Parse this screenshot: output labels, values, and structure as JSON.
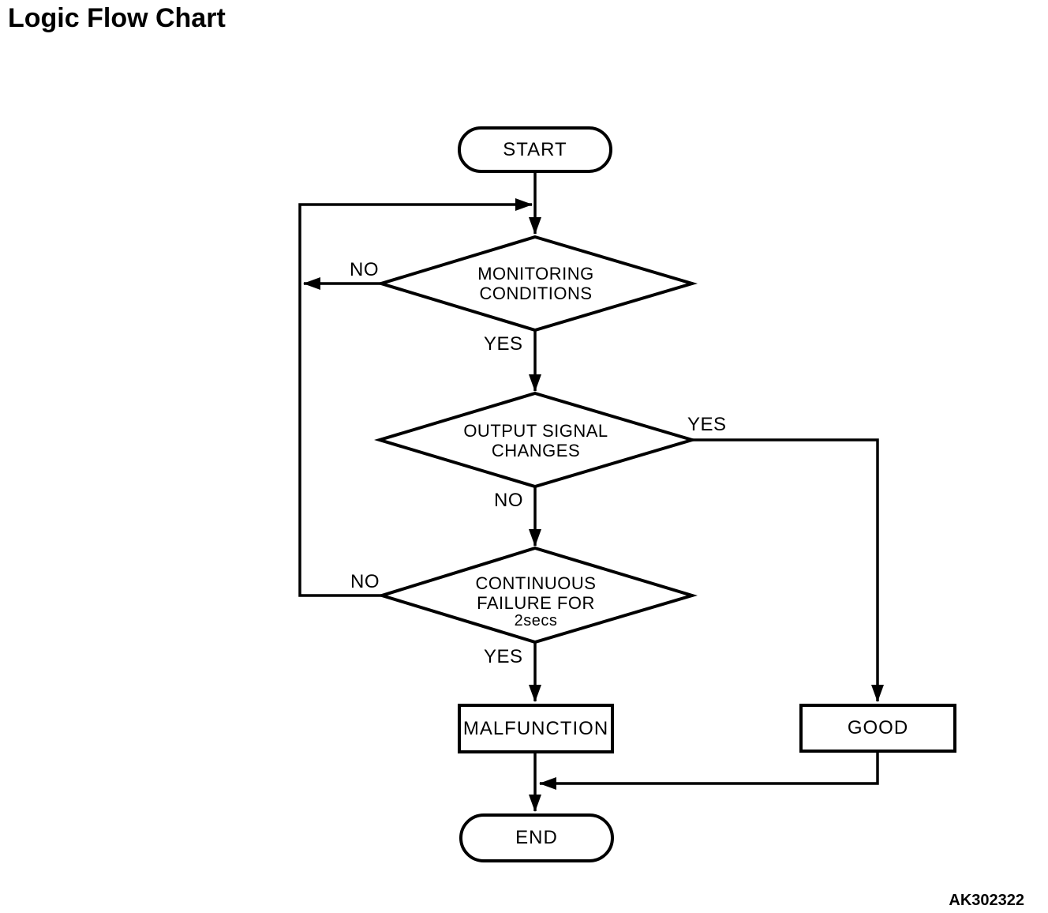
{
  "title": "Logic Flow Chart",
  "figure_code": "AK302322",
  "flowchart": {
    "start": {
      "label": "START"
    },
    "monitoring": {
      "line1": "MONITORING",
      "line2": "CONDITIONS",
      "no": "NO",
      "yes": "YES"
    },
    "output_signal": {
      "line1": "OUTPUT SIGNAL",
      "line2": "CHANGES",
      "yes": "YES",
      "no": "NO"
    },
    "continuous_failure": {
      "line1": "CONTINUOUS",
      "line2": "FAILURE FOR",
      "line3": "2secs",
      "no": "NO",
      "yes": "YES"
    },
    "malfunction": {
      "label": "MALFUNCTION"
    },
    "good": {
      "label": "GOOD"
    },
    "end": {
      "label": "END"
    }
  }
}
